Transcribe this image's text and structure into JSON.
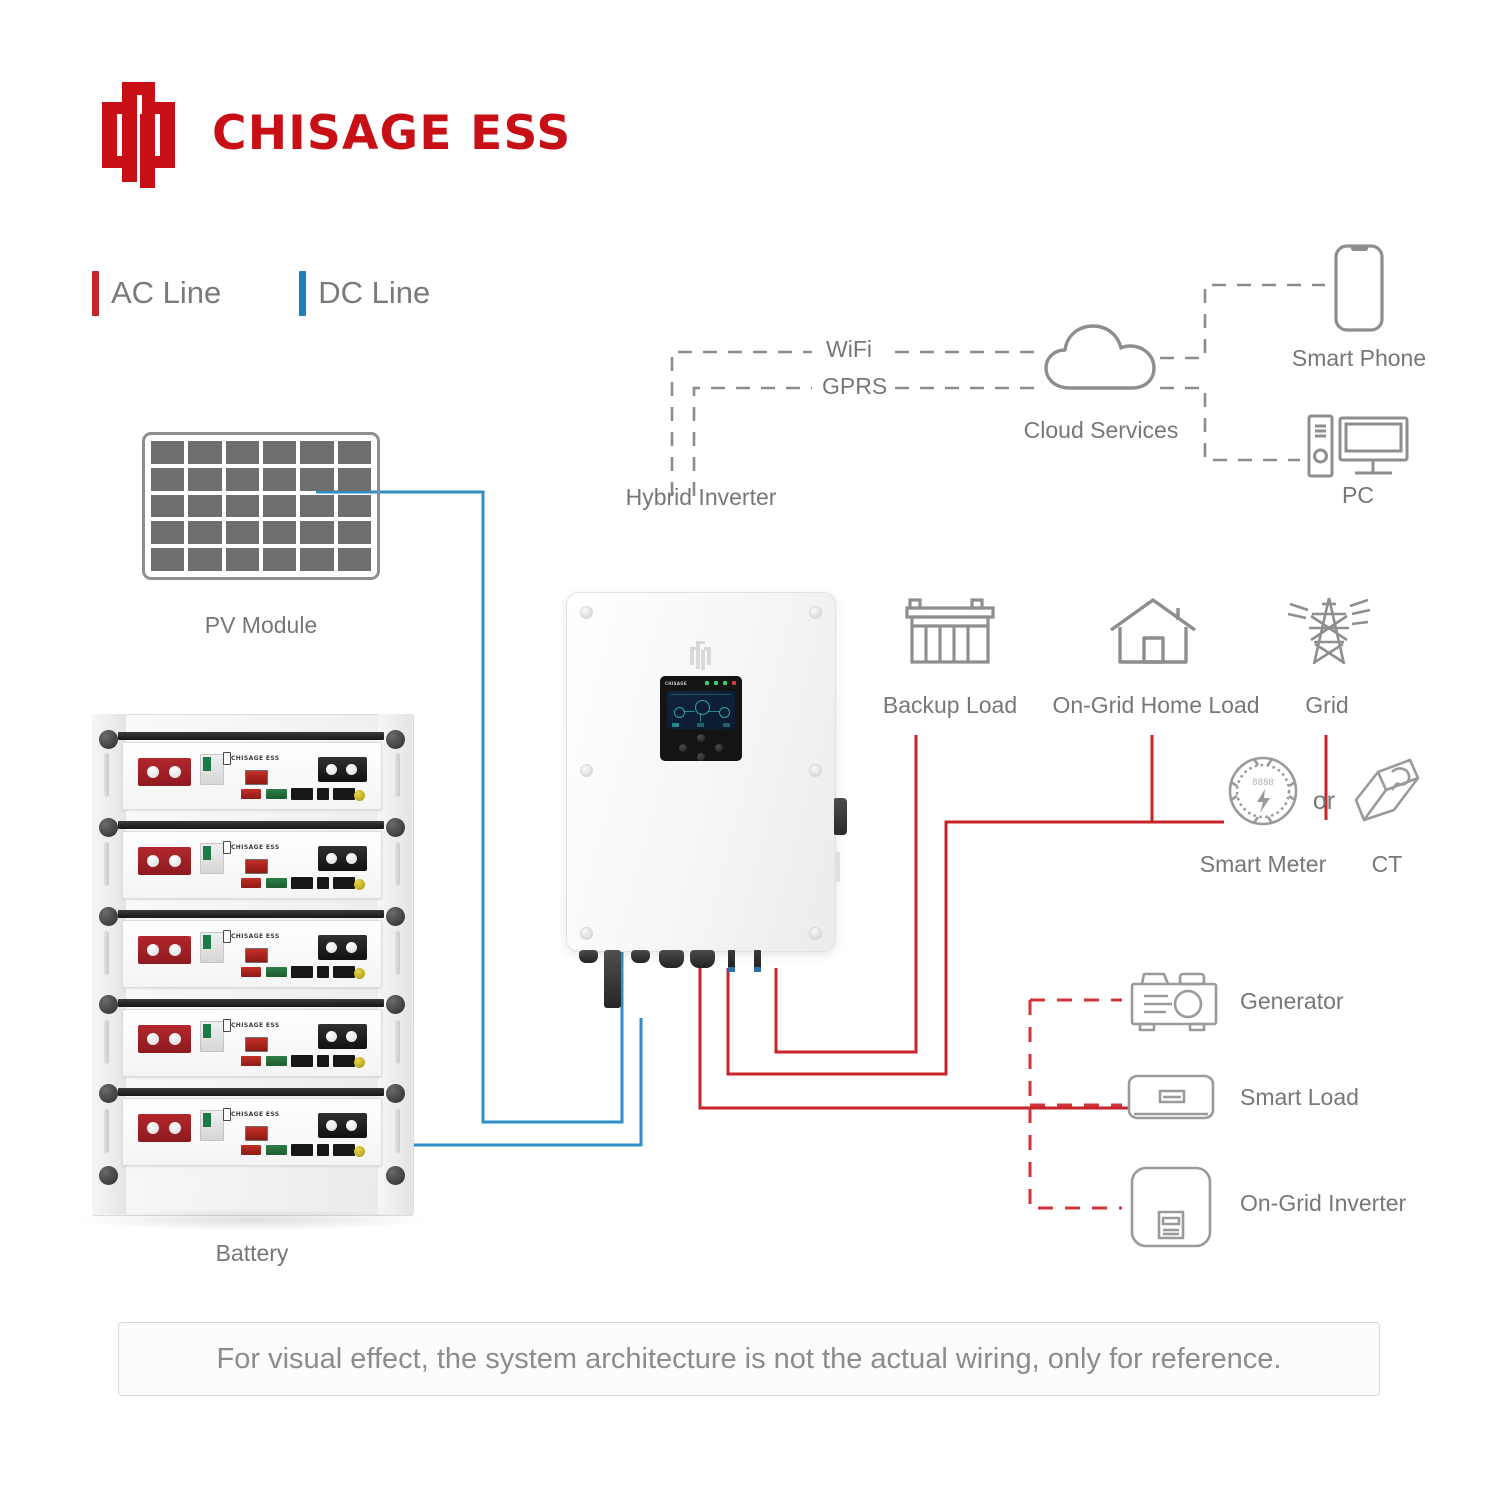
{
  "brand": {
    "name": "CHISAGE ESS",
    "logo_icon": "chisage-monogram-icon",
    "color": "#c80f16"
  },
  "legend": {
    "items": [
      {
        "label": "AC Line",
        "color": "#c8232a",
        "icon": "ac-line-swatch-icon"
      },
      {
        "label": "DC Line",
        "color": "#1f7fc0",
        "icon": "dc-line-swatch-icon"
      }
    ]
  },
  "colors": {
    "ac_red": "#c8232a",
    "dc_blue": "#2f8fc4",
    "dashed_grey": "#8c8c8c",
    "icon_grey": "#8e8e8e",
    "label_grey": "#76777a"
  },
  "nodes": {
    "pv_module": {
      "label": "PV Module",
      "icon": "solar-panel-icon",
      "cells": 30
    },
    "battery": {
      "label": "Battery",
      "icon": "battery-rack-icon",
      "modules": 5,
      "module_brand": "CHISAGE ESS"
    },
    "hybrid_inverter": {
      "label": "Hybrid Inverter",
      "icon": "hybrid-inverter-icon",
      "panel_brand": "CHISAGE"
    },
    "cloud_services": {
      "label": "Cloud Services",
      "icon": "cloud-icon"
    },
    "smart_phone": {
      "label": "Smart Phone",
      "icon": "smartphone-icon"
    },
    "pc": {
      "label": "PC",
      "icon": "desktop-computer-icon"
    },
    "backup_load": {
      "label": "Backup Load",
      "icon": "factory-building-icon"
    },
    "on_grid_home_load": {
      "label": "On-Grid Home Load",
      "icon": "house-icon"
    },
    "grid": {
      "label": "Grid",
      "icon": "transmission-tower-icon"
    },
    "smart_meter": {
      "label": "Smart Meter",
      "icon": "smart-meter-gauge-icon",
      "display": "8888"
    },
    "ct": {
      "label": "CT",
      "icon": "current-transformer-clamp-icon"
    },
    "or_connector": {
      "label": "or"
    },
    "generator": {
      "label": "Generator",
      "icon": "generator-icon"
    },
    "smart_load": {
      "label": "Smart Load",
      "icon": "smart-load-icon"
    },
    "on_grid_inverter": {
      "label": "On-Grid Inverter",
      "icon": "on-grid-inverter-icon"
    }
  },
  "links": {
    "wifi": {
      "label": "WiFi",
      "style": "dashed",
      "color": "#8c8c8c"
    },
    "gprs": {
      "label": "GPRS",
      "style": "dashed",
      "color": "#8c8c8c"
    }
  },
  "disclaimer": {
    "text": "For visual effect, the system architecture is not the actual wiring, only for reference."
  }
}
